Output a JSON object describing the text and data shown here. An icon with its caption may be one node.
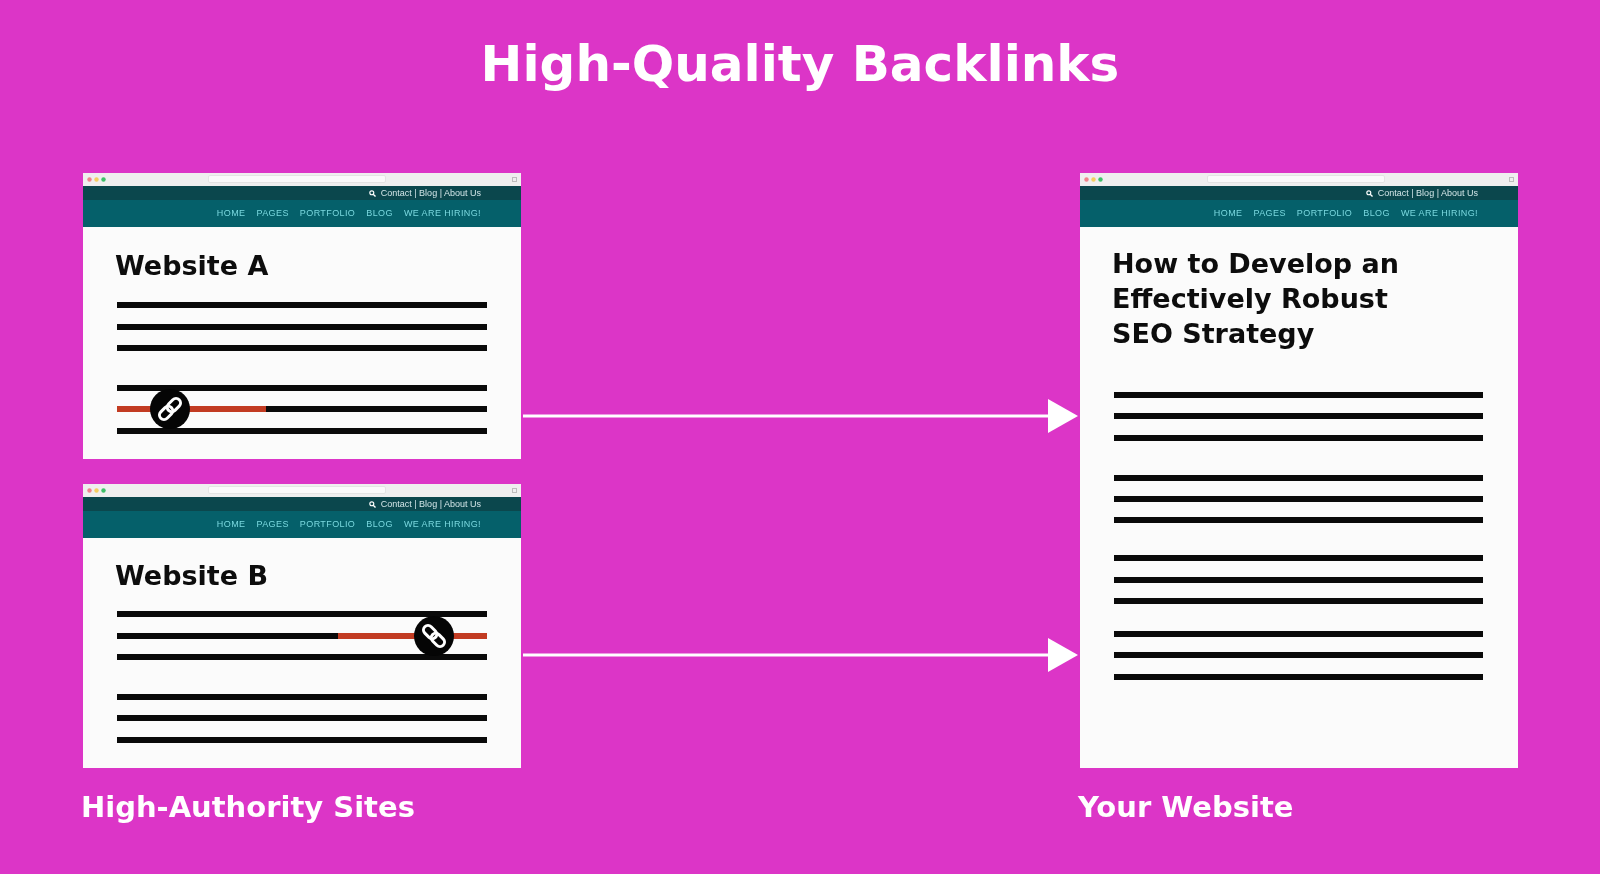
{
  "diagram": {
    "title": "High-Quality Backlinks",
    "nodes": [
      {
        "text": [
          "Contact | Blog | About Us",
          "HOME",
          "PAGES",
          "PORTFOLIO",
          "BLOG",
          "WE ARE HIRING!",
          "Website A"
        ]
      },
      {
        "text": [
          "Contact | Blog | About Us",
          "HOME",
          "PAGES",
          "PORTFOLIO",
          "BLOG",
          "WE ARE HIRING!",
          "Website B"
        ]
      },
      {
        "text": [
          "Contact | Blog | About Us",
          "HOME",
          "PAGES",
          "PORTFOLIO",
          "BLOG",
          "WE ARE HIRING!",
          "How to Develop an Effectively Robust SEO Strategy"
        ],
        "beside": [
          "Your Website"
        ]
      }
    ],
    "edges": [
      {
        "from": 0,
        "to": 2,
        "arrow": "to"
      },
      {
        "from": 1,
        "to": 2,
        "arrow": "to"
      }
    ],
    "labels": [
      "High-Authority Sites"
    ]
  }
}
